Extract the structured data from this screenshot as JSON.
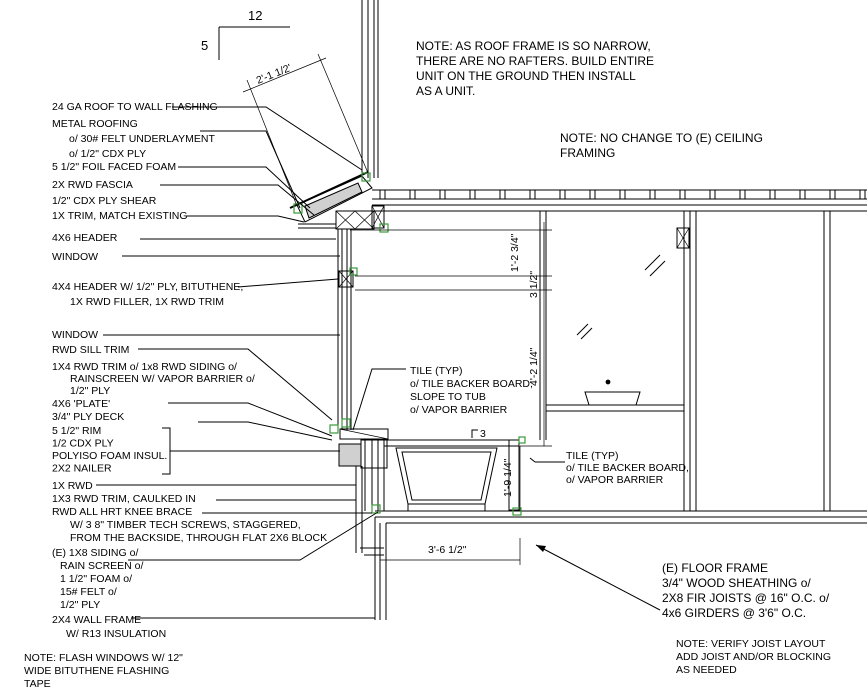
{
  "slope": {
    "rise": "12",
    "run": "5"
  },
  "notes": {
    "roof_frame": [
      "NOTE: AS ROOF FRAME IS SO NARROW,",
      "THERE ARE NO RAFTERS. BUILD ENTIRE",
      "UNIT ON THE GROUND THEN INSTALL",
      "AS A UNIT."
    ],
    "ceiling": [
      "NOTE: NO CHANGE TO (E) CEILING",
      "FRAMING"
    ],
    "floor_frame": [
      "(E) FLOOR FRAME",
      "3/4\" WOOD SHEATHING o/",
      "2X8 FIR JOISTS @ 16\" O.C. o/",
      "4x6 GIRDERS @ 3'6\" O.C."
    ],
    "joist": [
      "NOTE: VERIFY JOIST LAYOUT",
      "ADD JOIST AND/OR BLOCKING",
      "AS NEEDED"
    ],
    "flash": [
      "NOTE: FLASH WINDOWS W/ 12\"",
      "WIDE BITUTHENE FLASHING",
      "TAPE"
    ]
  },
  "labels_left": [
    [
      "24 GA ROOF TO WALL FLASHING"
    ],
    [
      "METAL ROOFING",
      "o/ 30# FELT UNDERLAYMENT",
      "o/ 1/2\" CDX PLY"
    ],
    [
      "5 1/2\" FOIL FACED FOAM"
    ],
    [
      "2X RWD FASCIA"
    ],
    [
      "1/2\" CDX PLY SHEAR",
      "1X TRIM, MATCH EXISTING"
    ],
    [
      "4X6 HEADER"
    ],
    [
      "WINDOW"
    ],
    [
      "4X4 HEADER W/ 1/2\" PLY, BITUTHENE,",
      "1X RWD FILLER, 1X RWD TRIM"
    ],
    [
      "WINDOW",
      "RWD SILL TRIM"
    ],
    [
      "1X4 RWD TRIM o/ 1x8 RWD SIDING o/",
      "RAINSCREEN W/ VAPOR BARRIER o/",
      "1/2\" PLY"
    ],
    [
      "4X6 'PLATE'",
      "3/4\" PLY DECK"
    ],
    [
      "5 1/2\" RIM",
      "1/2 CDX PLY",
      "POLYISO FOAM INSUL.",
      "2X2 NAILER"
    ],
    [
      "1X RWD"
    ],
    [
      "1X3 RWD TRIM, CAULKED IN",
      "RWD ALL HRT KNEE BRACE",
      "W/ 3 8\" TIMBER TECH SCREWS, STAGGERED,",
      "FROM THE BACKSIDE, THROUGH FLAT 2X6 BLOCK"
    ],
    [
      "(E) 1X8 SIDING o/",
      "RAIN SCREEN o/",
      "1 1/2\" FOAM o/",
      "15# FELT o/",
      "1/2\" PLY"
    ],
    [
      "2X4 WALL FRAME",
      "W/ R13 INSULATION"
    ]
  ],
  "tile_1": [
    "TILE  (TYP)",
    "o/ TILE BACKER BOARD,",
    "SLOPE TO TUB",
    "o/ VAPOR BARRIER"
  ],
  "tile_2": [
    "TILE  (TYP)",
    "o/ TILE BACKER BOARD,",
    "o/ VAPOR BARRIER"
  ],
  "dims": {
    "fascia": "2'-1 1/2'",
    "d1": "1'-2 3/4\"",
    "d2": "3 1/2\"",
    "d3": "4'-2 1/4\"",
    "d4": "1'-9 1/4\"",
    "d5": "3'-6 1/2\""
  },
  "callout": "3"
}
